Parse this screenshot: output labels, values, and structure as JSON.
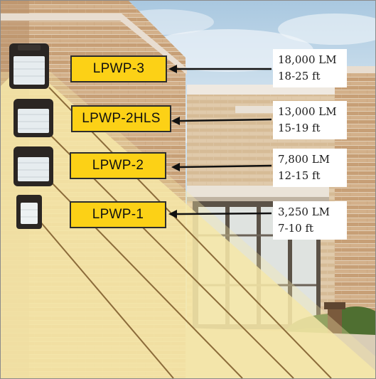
{
  "fixtures": [
    {
      "model": "LPWP-3",
      "lumens": "18,000 LM",
      "range": "18-25 ft"
    },
    {
      "model": "LPWP-2HLS",
      "lumens": "13,000 LM",
      "range": "15-19 ft"
    },
    {
      "model": "LPWP-2",
      "lumens": "7,800 LM",
      "range": "12-15 ft"
    },
    {
      "model": "LPWP-1",
      "lumens": "3,250 LM",
      "range": "7-10 ft"
    }
  ],
  "colors": {
    "label_fill": "#fcd116",
    "light_beam": "#f6e8a8",
    "sky": "#cfe0ec",
    "brick": "#c9a57e",
    "fixture_body": "#2b2623",
    "fixture_lens": "#e6ecef"
  },
  "icons": [
    "wall-pack-fixture-icon",
    "arrow-left-icon"
  ]
}
